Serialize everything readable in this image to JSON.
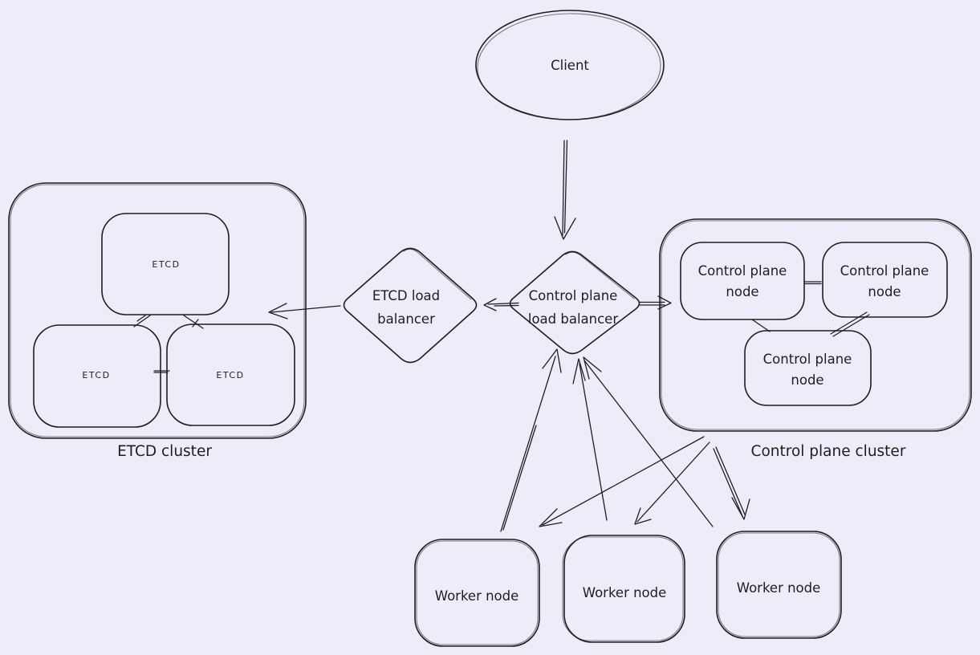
{
  "canvas": {
    "background_color": "#ededfa",
    "stroke_color": "#1e1e1e",
    "style": "hand-drawn"
  },
  "nodes": {
    "client": {
      "shape": "ellipse",
      "label": "Client"
    },
    "etcd_load_balancer": {
      "shape": "diamond",
      "label": "ETCD load balancer",
      "lines": [
        "ETCD load",
        "balancer"
      ]
    },
    "control_plane_load_balancer": {
      "shape": "diamond",
      "label": "Control plane load balancer",
      "lines": [
        "Control plane",
        "load balancer"
      ]
    },
    "etcd_cluster": {
      "shape": "rounded-rectangle",
      "label": "ETCD cluster",
      "members": [
        {
          "label": "ETCD"
        },
        {
          "label": "ETCD"
        },
        {
          "label": "ETCD"
        }
      ]
    },
    "control_plane_cluster": {
      "shape": "rounded-rectangle",
      "label": "Control plane cluster",
      "members": [
        {
          "label": "Control plane node",
          "lines": [
            "Control plane",
            "node"
          ]
        },
        {
          "label": "Control plane node",
          "lines": [
            "Control plane",
            "node"
          ]
        },
        {
          "label": "Control plane node",
          "lines": [
            "Control plane",
            "node"
          ]
        }
      ]
    },
    "worker_nodes": [
      {
        "shape": "rounded-rectangle",
        "label": "Worker node"
      },
      {
        "shape": "rounded-rectangle",
        "label": "Worker node"
      },
      {
        "shape": "rounded-rectangle",
        "label": "Worker node"
      }
    ]
  },
  "edges": [
    {
      "from": "Client",
      "to": "Control plane load balancer",
      "type": "arrow"
    },
    {
      "from": "Control plane load balancer",
      "to": "ETCD load balancer",
      "type": "arrow"
    },
    {
      "from": "ETCD load balancer",
      "to": "ETCD cluster",
      "type": "arrow"
    },
    {
      "from": "Control plane load balancer",
      "to": "Control plane cluster",
      "type": "arrow"
    },
    {
      "from": "Worker node 1",
      "to": "Control plane load balancer",
      "type": "arrow"
    },
    {
      "from": "Worker node 2",
      "to": "Control plane load balancer",
      "type": "arrow"
    },
    {
      "from": "Worker node 3",
      "to": "Control plane load balancer",
      "type": "arrow"
    },
    {
      "from": "Control plane cluster",
      "to": "Worker node 1",
      "type": "arrow"
    },
    {
      "from": "Control plane cluster",
      "to": "Worker node 2",
      "type": "arrow"
    },
    {
      "from": "Control plane cluster",
      "to": "Worker node 3",
      "type": "arrow"
    },
    {
      "from": "ETCD 1",
      "to": "ETCD 2",
      "type": "link"
    },
    {
      "from": "ETCD 1",
      "to": "ETCD 3",
      "type": "link"
    },
    {
      "from": "ETCD 2",
      "to": "ETCD 3",
      "type": "link"
    },
    {
      "from": "Control plane node 1",
      "to": "Control plane node 2",
      "type": "link"
    },
    {
      "from": "Control plane node 1",
      "to": "Control plane node 3",
      "type": "link"
    },
    {
      "from": "Control plane node 2",
      "to": "Control plane node 3",
      "type": "link"
    }
  ]
}
